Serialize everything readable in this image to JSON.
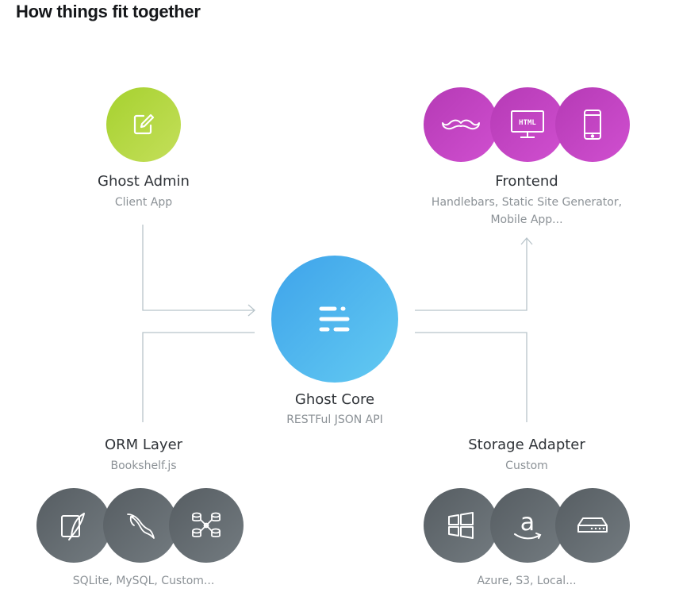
{
  "heading": "How things fit together",
  "nodes": {
    "admin": {
      "title": "Ghost Admin",
      "subtitle": "Client App",
      "icon": "edit-icon",
      "color": "#b7d940"
    },
    "core": {
      "title": "Ghost Core",
      "subtitle": "RESTFul JSON API",
      "icon": "ghost-logo-icon",
      "color": "#4db5ef"
    },
    "frontend": {
      "title": "Frontend",
      "subtitle_lines": [
        "Handlebars, Static Site Generator,",
        "Mobile App..."
      ],
      "icons": [
        "mustache-icon",
        "html-monitor-icon",
        "mobile-phone-icon"
      ],
      "color": "#c345c3"
    },
    "orm": {
      "title": "ORM Layer",
      "subtitle": "Bookshelf.js",
      "footer": "SQLite, MySQL, Custom...",
      "icons": [
        "sqlite-feather-icon",
        "mysql-dolphin-icon",
        "database-network-icon"
      ],
      "color": "#656c71"
    },
    "storage": {
      "title": "Storage Adapter",
      "subtitle": "Custom",
      "footer": "Azure, S3, Local...",
      "icons": [
        "windows-logo-icon",
        "amazon-logo-icon",
        "hard-drive-icon"
      ],
      "color": "#656c71"
    }
  }
}
